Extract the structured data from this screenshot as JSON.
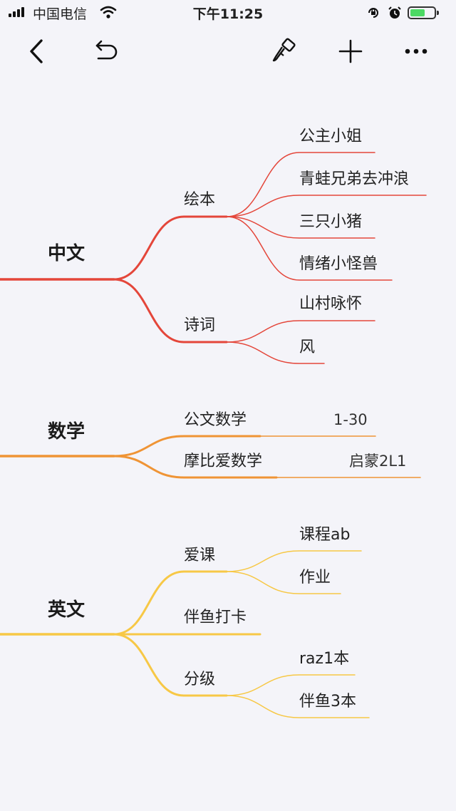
{
  "status_bar": {
    "carrier": "中国电信",
    "time": "下午11:25",
    "battery_level": 0.62
  },
  "toolbar": {
    "icons": [
      "back-chevron-icon",
      "undo-icon",
      "brush-style-icon",
      "add-icon",
      "more-icon"
    ]
  },
  "colors": {
    "background": "#f4f4f9",
    "branch_chinese": "#e4463a",
    "branch_math": "#ef9435",
    "branch_english": "#f7c846",
    "battery_fill": "#4cd964"
  },
  "mindmap": {
    "chinese": {
      "label": "中文",
      "picture_books": {
        "label": "绘本",
        "items": [
          "公主小姐",
          "青蛙兄弟去冲浪",
          "三只小猪",
          "情绪小怪兽"
        ]
      },
      "poems": {
        "label": "诗词",
        "items": [
          "山村咏怀",
          "风"
        ]
      }
    },
    "math": {
      "label": "数学",
      "items": [
        {
          "label": "公文数学",
          "note": "1-30"
        },
        {
          "label": "摩比爱数学",
          "note": "启蒙2L1"
        }
      ]
    },
    "english": {
      "label": "英文",
      "aike": {
        "label": "爱课",
        "items": [
          "课程ab",
          "作业"
        ]
      },
      "banyu": {
        "label": "伴鱼打卡"
      },
      "graded": {
        "label": "分级",
        "items": [
          "raz1本",
          "伴鱼3本"
        ]
      }
    }
  }
}
